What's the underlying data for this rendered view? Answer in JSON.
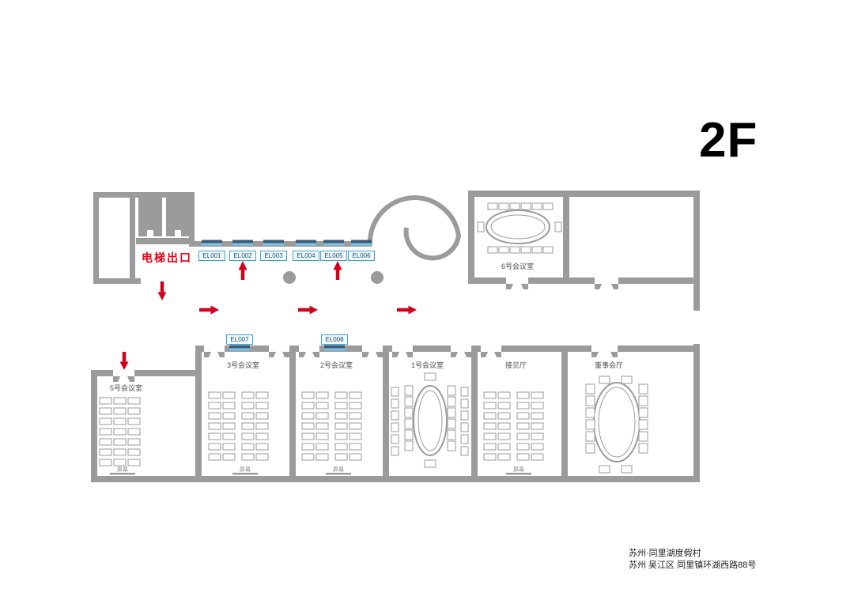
{
  "floor": {
    "title": "2F"
  },
  "elevator": {
    "exit_label": "电梯出口"
  },
  "el_signs": {
    "row_top": [
      "EL001",
      "EL002",
      "EL003",
      "EL004",
      "EL005",
      "EL006"
    ],
    "row_mid": [
      "EL007",
      "EL008"
    ]
  },
  "rooms": {
    "room6": "6号会议室",
    "room5": "5号会议室",
    "room3": "3号会议室",
    "room2": "2号会议室",
    "room1": "1号会议室",
    "reception": "接见厅",
    "boardroom": "董事会厅"
  },
  "screen_label": "屏幕",
  "footer": {
    "line1": "苏州·同里湖度假村",
    "line2": "苏州 吴江区 同里镇环湖西路88号"
  },
  "colors": {
    "wall": "#9b9b9b",
    "arrow_red": "#d0021b",
    "sign_border_blue": "#3f9fd8",
    "exit_text_red": "#e60012",
    "sign_tick_dark": "#3d5a74",
    "sign_tick_light": "#79c4ea"
  }
}
